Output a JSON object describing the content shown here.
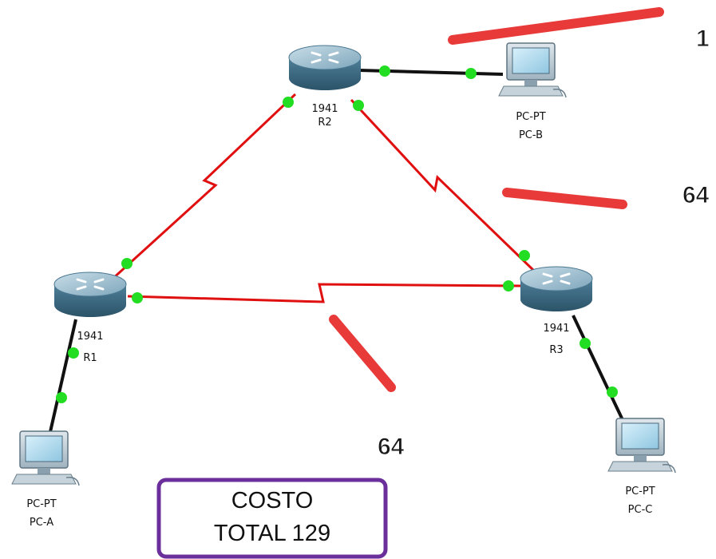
{
  "routers": {
    "r1": {
      "model": "1941",
      "name": "R1"
    },
    "r2": {
      "model": "1941",
      "name": "R2"
    },
    "r3": {
      "model": "1941",
      "name": "R3"
    }
  },
  "pcs": {
    "pc_a": {
      "type": "PC-PT",
      "name": "PC-A"
    },
    "pc_b": {
      "type": "PC-PT",
      "name": "PC-B"
    },
    "pc_c": {
      "type": "PC-PT",
      "name": "PC-C"
    }
  },
  "costs": {
    "r2_pcb": "1",
    "r2_r3": "64",
    "r1_r3": "64"
  },
  "total_box": {
    "line1": "COSTO",
    "line2": "TOTAL 129"
  },
  "colors": {
    "serial_link": "#e01010",
    "ethernet_link": "#111111",
    "port_dot": "#22dd22",
    "annotation_mark": "#e83030",
    "total_box_border": "#6a2f9a"
  }
}
